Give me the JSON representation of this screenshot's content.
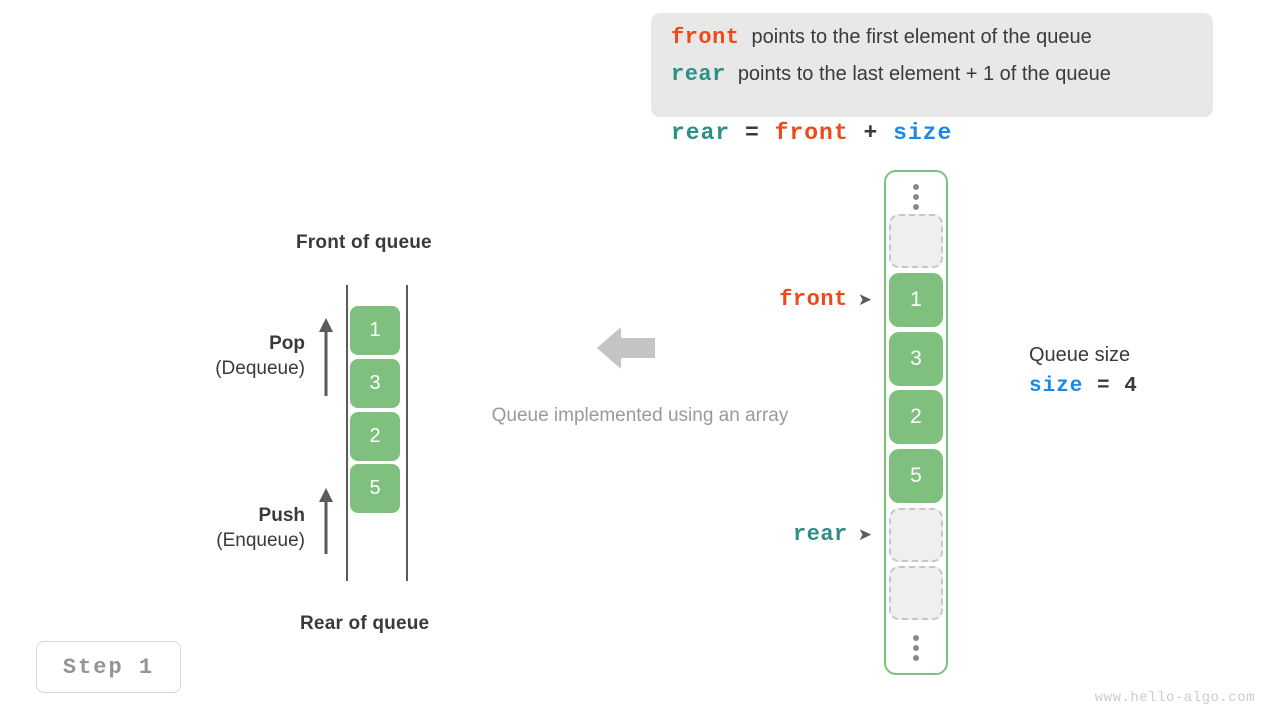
{
  "legend": {
    "lines": [
      {
        "key": "front",
        "key_color": "#ec4a1b",
        "text": "points to the first element of the queue"
      },
      {
        "key": "rear",
        "key_color": "#2e8e86",
        "text": "points to the last element + 1 of the queue"
      }
    ]
  },
  "formula": {
    "rear": "rear",
    "equals": "=",
    "front": "front",
    "plus": "+",
    "size": "size"
  },
  "left_diagram": {
    "front_label": "Front of queue",
    "rear_label": "Rear of queue",
    "cells": [
      "1",
      "3",
      "2",
      "5"
    ],
    "pop": {
      "title": "Pop",
      "sub": "(Dequeue)"
    },
    "push": {
      "title": "Push",
      "sub": "(Enqueue)"
    }
  },
  "center": {
    "caption": "Queue implemented using an array",
    "arrow_direction": "left",
    "arrow_color": "#c4c4c4"
  },
  "array": {
    "cells": [
      {
        "type": "empty",
        "value": ""
      },
      {
        "type": "filled",
        "value": "1"
      },
      {
        "type": "filled",
        "value": "3"
      },
      {
        "type": "filled",
        "value": "2"
      },
      {
        "type": "filled",
        "value": "5"
      },
      {
        "type": "empty",
        "value": ""
      },
      {
        "type": "empty",
        "value": ""
      }
    ],
    "pointers": {
      "front": {
        "label": "front",
        "arrow": "➤",
        "color": "#ec4a1b",
        "target_index": 1
      },
      "rear": {
        "label": "rear",
        "arrow": "➤",
        "color": "#2e8e86",
        "target_index": 5
      }
    },
    "border_color": "#7fc07f",
    "filled_color": "#7fc07f",
    "empty_color": "#efefef"
  },
  "size_note": {
    "title": "Queue size",
    "var": "size",
    "equals": "=",
    "value": "4"
  },
  "step_badge": {
    "label": "Step 1"
  },
  "watermark": {
    "text": "www.hello-algo.com"
  }
}
